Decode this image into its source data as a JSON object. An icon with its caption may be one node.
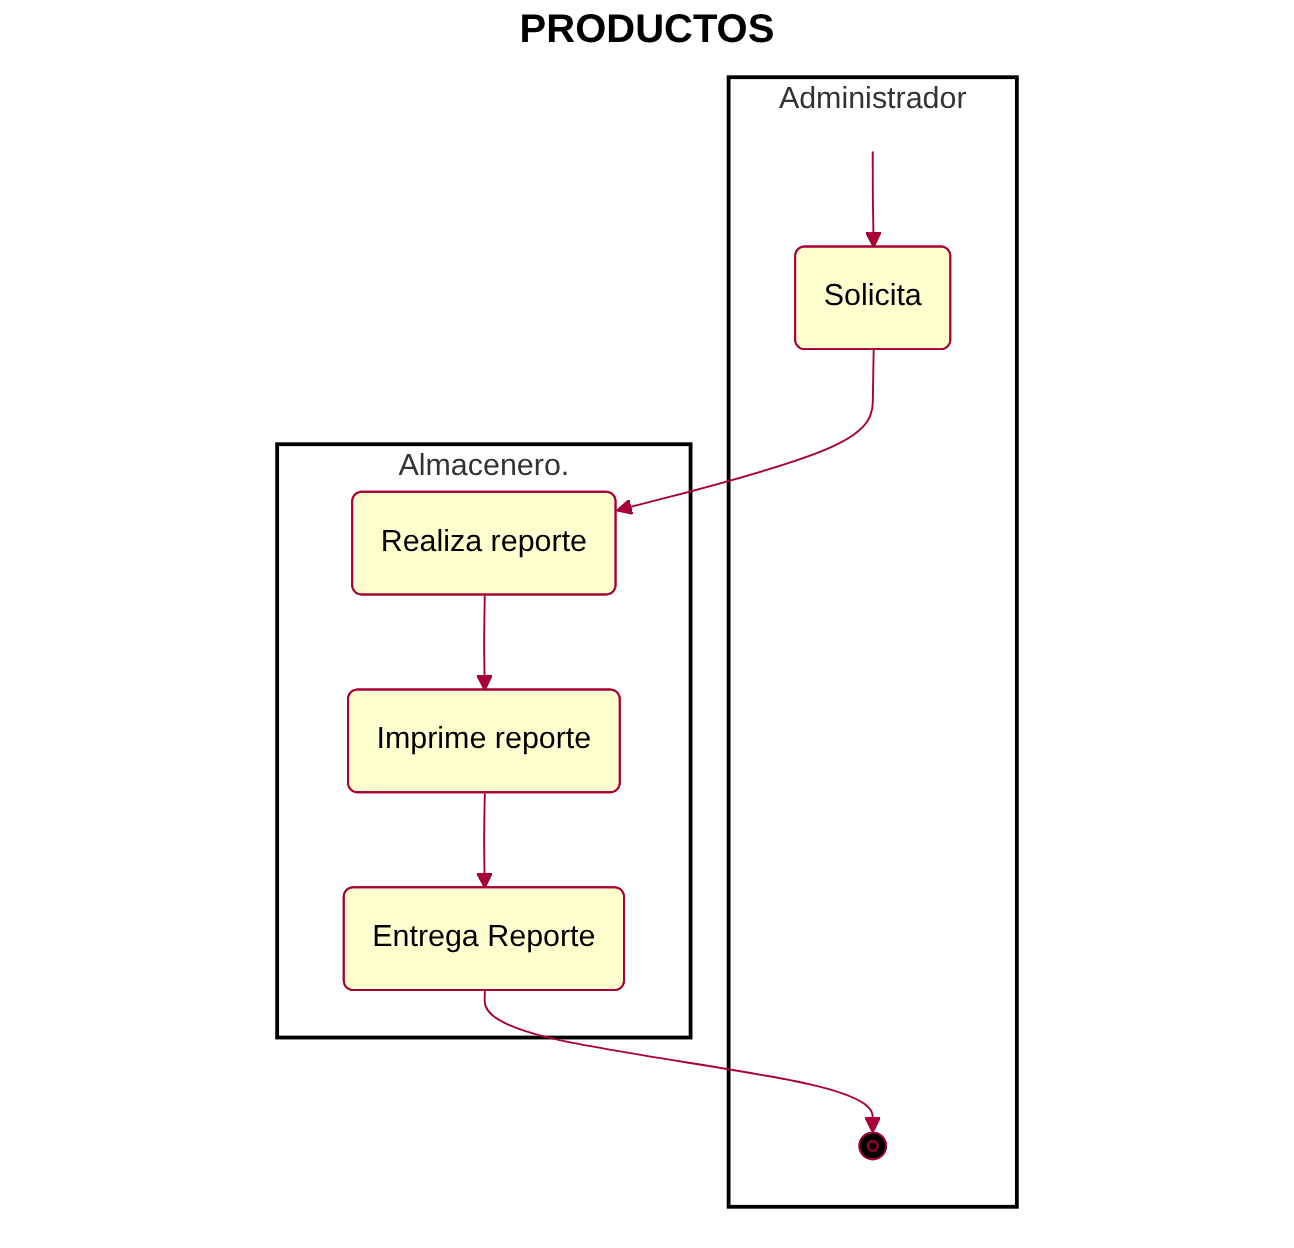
{
  "diagram": {
    "title": "PRODUCTOS",
    "nodes": [
      {
        "text": [
          "Administrador"
        ]
      },
      {
        "text": [
          "Almacenero."
        ]
      },
      {
        "text": [
          "Solicita"
        ],
        "in": 0
      },
      {
        "text": [
          "Realiza reporte"
        ],
        "in": 1
      },
      {
        "text": [
          "Imprime reporte"
        ],
        "in": 1
      },
      {
        "text": [
          "Entrega Reporte"
        ],
        "in": 1
      },
      {
        "text": [],
        "shape": "circle",
        "in": 0
      }
    ],
    "edges": [
      {
        "from": null,
        "to": 2,
        "arrow": "to"
      },
      {
        "from": 2,
        "to": 3,
        "arrow": "to"
      },
      {
        "from": 3,
        "to": 4,
        "arrow": "to"
      },
      {
        "from": 4,
        "to": 5,
        "arrow": "to"
      },
      {
        "from": 5,
        "to": 6,
        "arrow": "to"
      }
    ]
  }
}
